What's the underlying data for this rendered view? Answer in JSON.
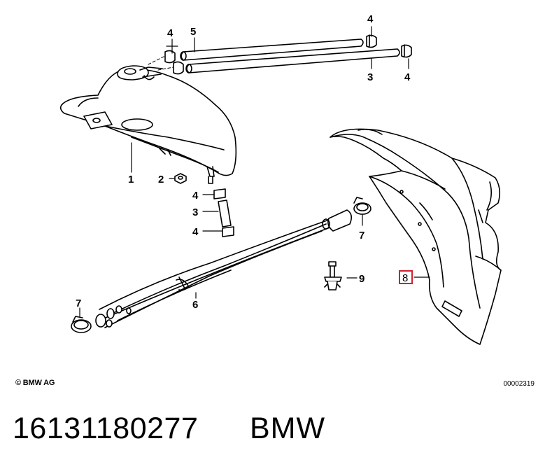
{
  "callouts": {
    "c1": "1",
    "c2": "2",
    "c3a": "3",
    "c3b": "3",
    "c4a": "4",
    "c4b": "4",
    "c4c": "4",
    "c4d": "4",
    "c4e": "4",
    "c5": "5",
    "c6": "6",
    "c7a": "7",
    "c7b": "7",
    "c8": "8",
    "c9": "9"
  },
  "highlight_color": "#d0202f",
  "footer": {
    "copyright": "© BMW AG",
    "diagram_ref": "00002319",
    "part_number": "16131180277",
    "brand": "BMW"
  }
}
